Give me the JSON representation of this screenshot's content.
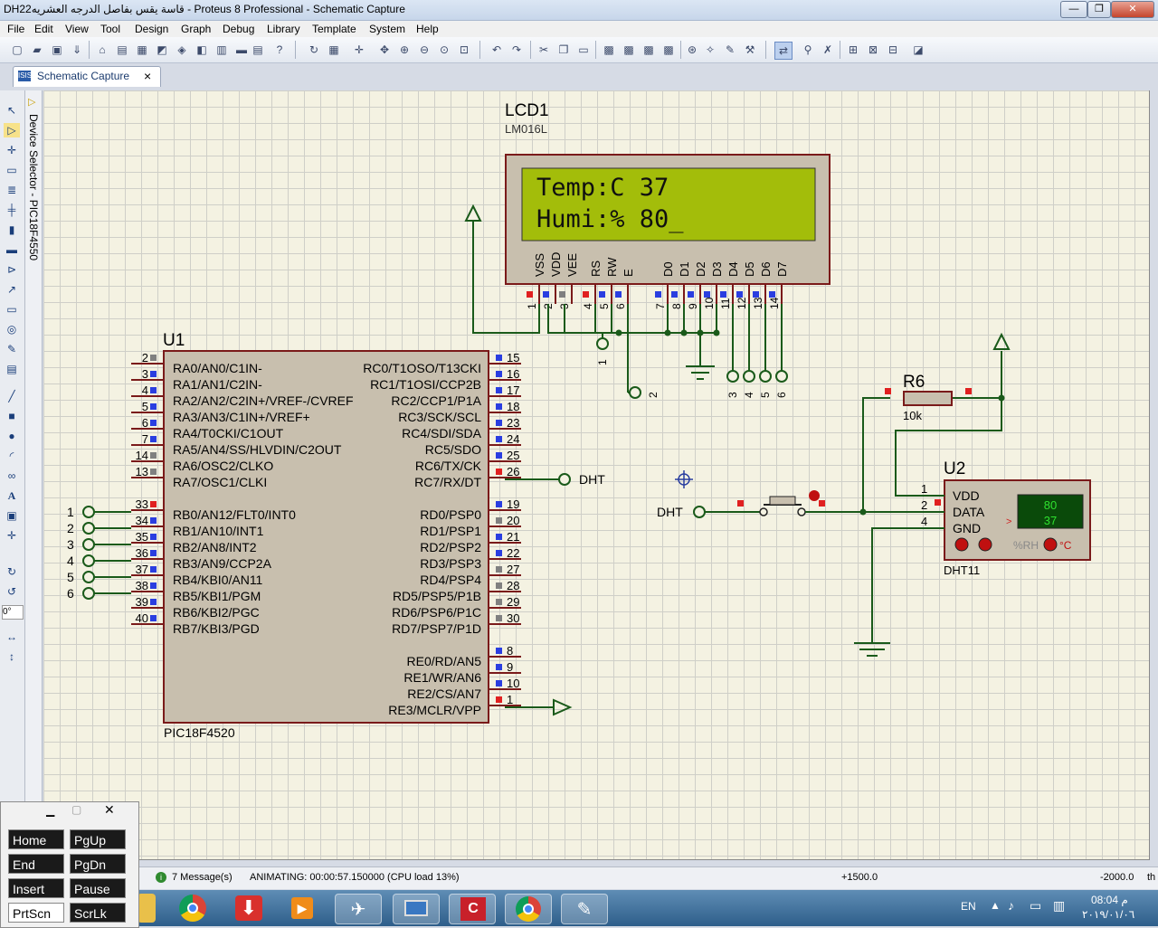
{
  "window": {
    "title": "DH22قاسة يقس بفاصل الدرجه العشريه - Proteus 8 Professional - Schematic Capture",
    "minimize": "—",
    "maximize": "❐",
    "close": "✕"
  },
  "menu": [
    "File",
    "Edit",
    "View",
    "Tool",
    "Design",
    "Graph",
    "Debug",
    "Library",
    "Template",
    "System",
    "Help"
  ],
  "tab": {
    "label": "Schematic Capture",
    "close": "×",
    "icon": "schematic-icon"
  },
  "device_selector": {
    "label": "Device Selector - PIC18F4550"
  },
  "rotation": {
    "value": "0°"
  },
  "lcd": {
    "ref": "LCD1",
    "part": "LM016L",
    "line1": "Temp:C 37",
    "line2": "Humi:% 80_",
    "pin_names": [
      "VSS",
      "VDD",
      "VEE",
      "RS",
      "RW",
      "E",
      "D0",
      "D1",
      "D2",
      "D3",
      "D4",
      "D5",
      "D6",
      "D7"
    ],
    "pin_nums": [
      "1",
      "2",
      "3",
      "4",
      "5",
      "6",
      "7",
      "8",
      "9",
      "10",
      "11",
      "12",
      "13",
      "14"
    ]
  },
  "mcu": {
    "ref": "U1",
    "part": "PIC18F4520",
    "left": [
      [
        "2",
        "RA0/AN0/C1IN-"
      ],
      [
        "3",
        "RA1/AN1/C2IN-"
      ],
      [
        "4",
        "RA2/AN2/C2IN+/VREF-/CVREF"
      ],
      [
        "5",
        "RA3/AN3/C1IN+/VREF+"
      ],
      [
        "6",
        "RA4/T0CKI/C1OUT"
      ],
      [
        "7",
        "RA5/AN4/SS/HLVDIN/C2OUT"
      ],
      [
        "14",
        "RA6/OSC2/CLKO"
      ],
      [
        "13",
        "RA7/OSC1/CLKI"
      ],
      [
        "33",
        "RB0/AN12/FLT0/INT0"
      ],
      [
        "34",
        "RB1/AN10/INT1"
      ],
      [
        "35",
        "RB2/AN8/INT2"
      ],
      [
        "36",
        "RB3/AN9/CCP2A"
      ],
      [
        "37",
        "RB4/KBI0/AN11"
      ],
      [
        "38",
        "RB5/KBI1/PGM"
      ],
      [
        "39",
        "RB6/KBI2/PGC"
      ],
      [
        "40",
        "RB7/KBI3/PGD"
      ]
    ],
    "right": [
      [
        "15",
        "RC0/T1OSO/T13CKI"
      ],
      [
        "16",
        "RC1/T1OSI/CCP2B"
      ],
      [
        "17",
        "RC2/CCP1/P1A"
      ],
      [
        "18",
        "RC3/SCK/SCL"
      ],
      [
        "23",
        "RC4/SDI/SDA"
      ],
      [
        "24",
        "RC5/SDO"
      ],
      [
        "25",
        "RC6/TX/CK"
      ],
      [
        "26",
        "RC7/RX/DT"
      ],
      [
        "19",
        "RD0/PSP0"
      ],
      [
        "20",
        "RD1/PSP1"
      ],
      [
        "21",
        "RD2/PSP2"
      ],
      [
        "22",
        "RD3/PSP3"
      ],
      [
        "27",
        "RD4/PSP4"
      ],
      [
        "28",
        "RD5/PSP5/P1B"
      ],
      [
        "29",
        "RD6/PSP6/P1C"
      ],
      [
        "30",
        "RD7/PSP7/P1D"
      ],
      [
        "8",
        "RE0/RD/AN5"
      ],
      [
        "9",
        "RE1/WR/AN6"
      ],
      [
        "10",
        "RE2/CS/AN7"
      ],
      [
        "1",
        "RE3/MCLR/VPP"
      ]
    ],
    "rb_terminals": [
      "1",
      "2",
      "3",
      "4",
      "5",
      "6"
    ]
  },
  "lcd_terminals": [
    "1",
    "2",
    "3",
    "4",
    "5",
    "6"
  ],
  "dht_label": "DHT",
  "resistor": {
    "ref": "R6",
    "value": "10k"
  },
  "sensor": {
    "ref": "U2",
    "part": "DHT11",
    "pins": [
      "VDD",
      "DATA",
      "GND"
    ],
    "pin_nums": [
      "1",
      "2",
      "4"
    ],
    "humidity": "80",
    "temperature": "37",
    "unit_rh": "%RH",
    "unit_c": "°C",
    "arrow": ">"
  },
  "status": {
    "messages": "7 Message(s)",
    "animating": "ANIMATING: 00:00:57.150000 (CPU load 13%)",
    "coord_x": "+1500.0",
    "coord_y": "-2000.0",
    "unit": "th"
  },
  "osk": {
    "keys": [
      "Home",
      "PgUp",
      "End",
      "PgDn",
      "Insert",
      "Pause",
      "PrtScn",
      "ScrLk"
    ]
  },
  "tray": {
    "lang": "EN",
    "time": "08:04 م",
    "date": "٢٠١٩/٠١/٠٦"
  }
}
